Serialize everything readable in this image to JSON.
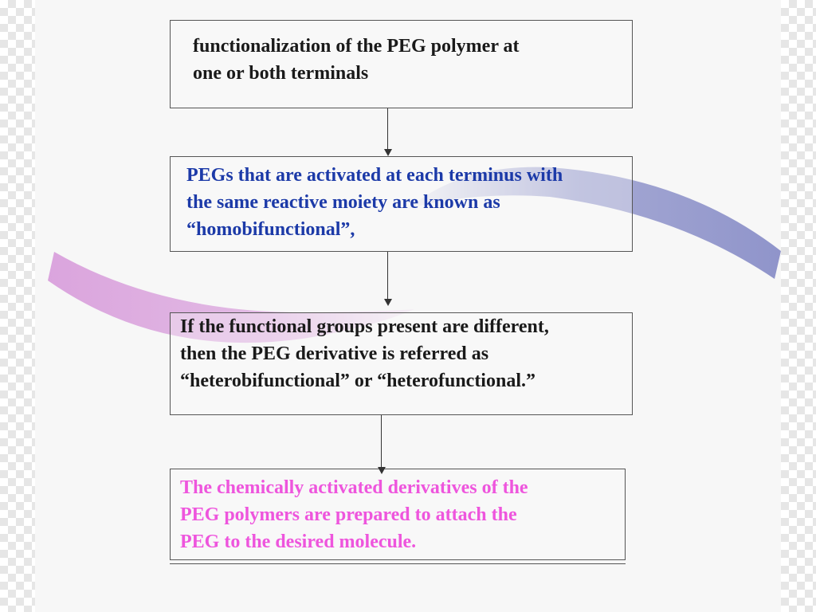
{
  "diagram": {
    "steps": [
      {
        "id": "step-1",
        "lines": [
          "functionalization of the PEG polymer at",
          "one or both terminals"
        ],
        "color": "#1a1a1a"
      },
      {
        "id": "step-2",
        "lines": [
          "PEGs that are activated at each terminus with",
          "the same reactive moiety are known as",
          "“homobifunctional”,"
        ],
        "color": "#1c3aa8"
      },
      {
        "id": "step-3",
        "lines": [
          "If the functional groups present are different,",
          "then the PEG derivative is referred as",
          "“heterobifunctional” or “heterofunctional.”"
        ],
        "color": "#1a1a1a"
      },
      {
        "id": "step-4",
        "lines": [
          "The chemically activated derivatives of the",
          "PEG polymers are prepared to attach the",
          "PEG to the desired molecule."
        ],
        "color": "#ee55dd"
      }
    ],
    "connections": [
      {
        "from": "step-1",
        "to": "step-2"
      },
      {
        "from": "step-2",
        "to": "step-3"
      },
      {
        "from": "step-3",
        "to": "step-4"
      }
    ],
    "decor": {
      "swoosh_pink": "#d9a0dc",
      "swoosh_blue": "#8a8fc8"
    }
  }
}
